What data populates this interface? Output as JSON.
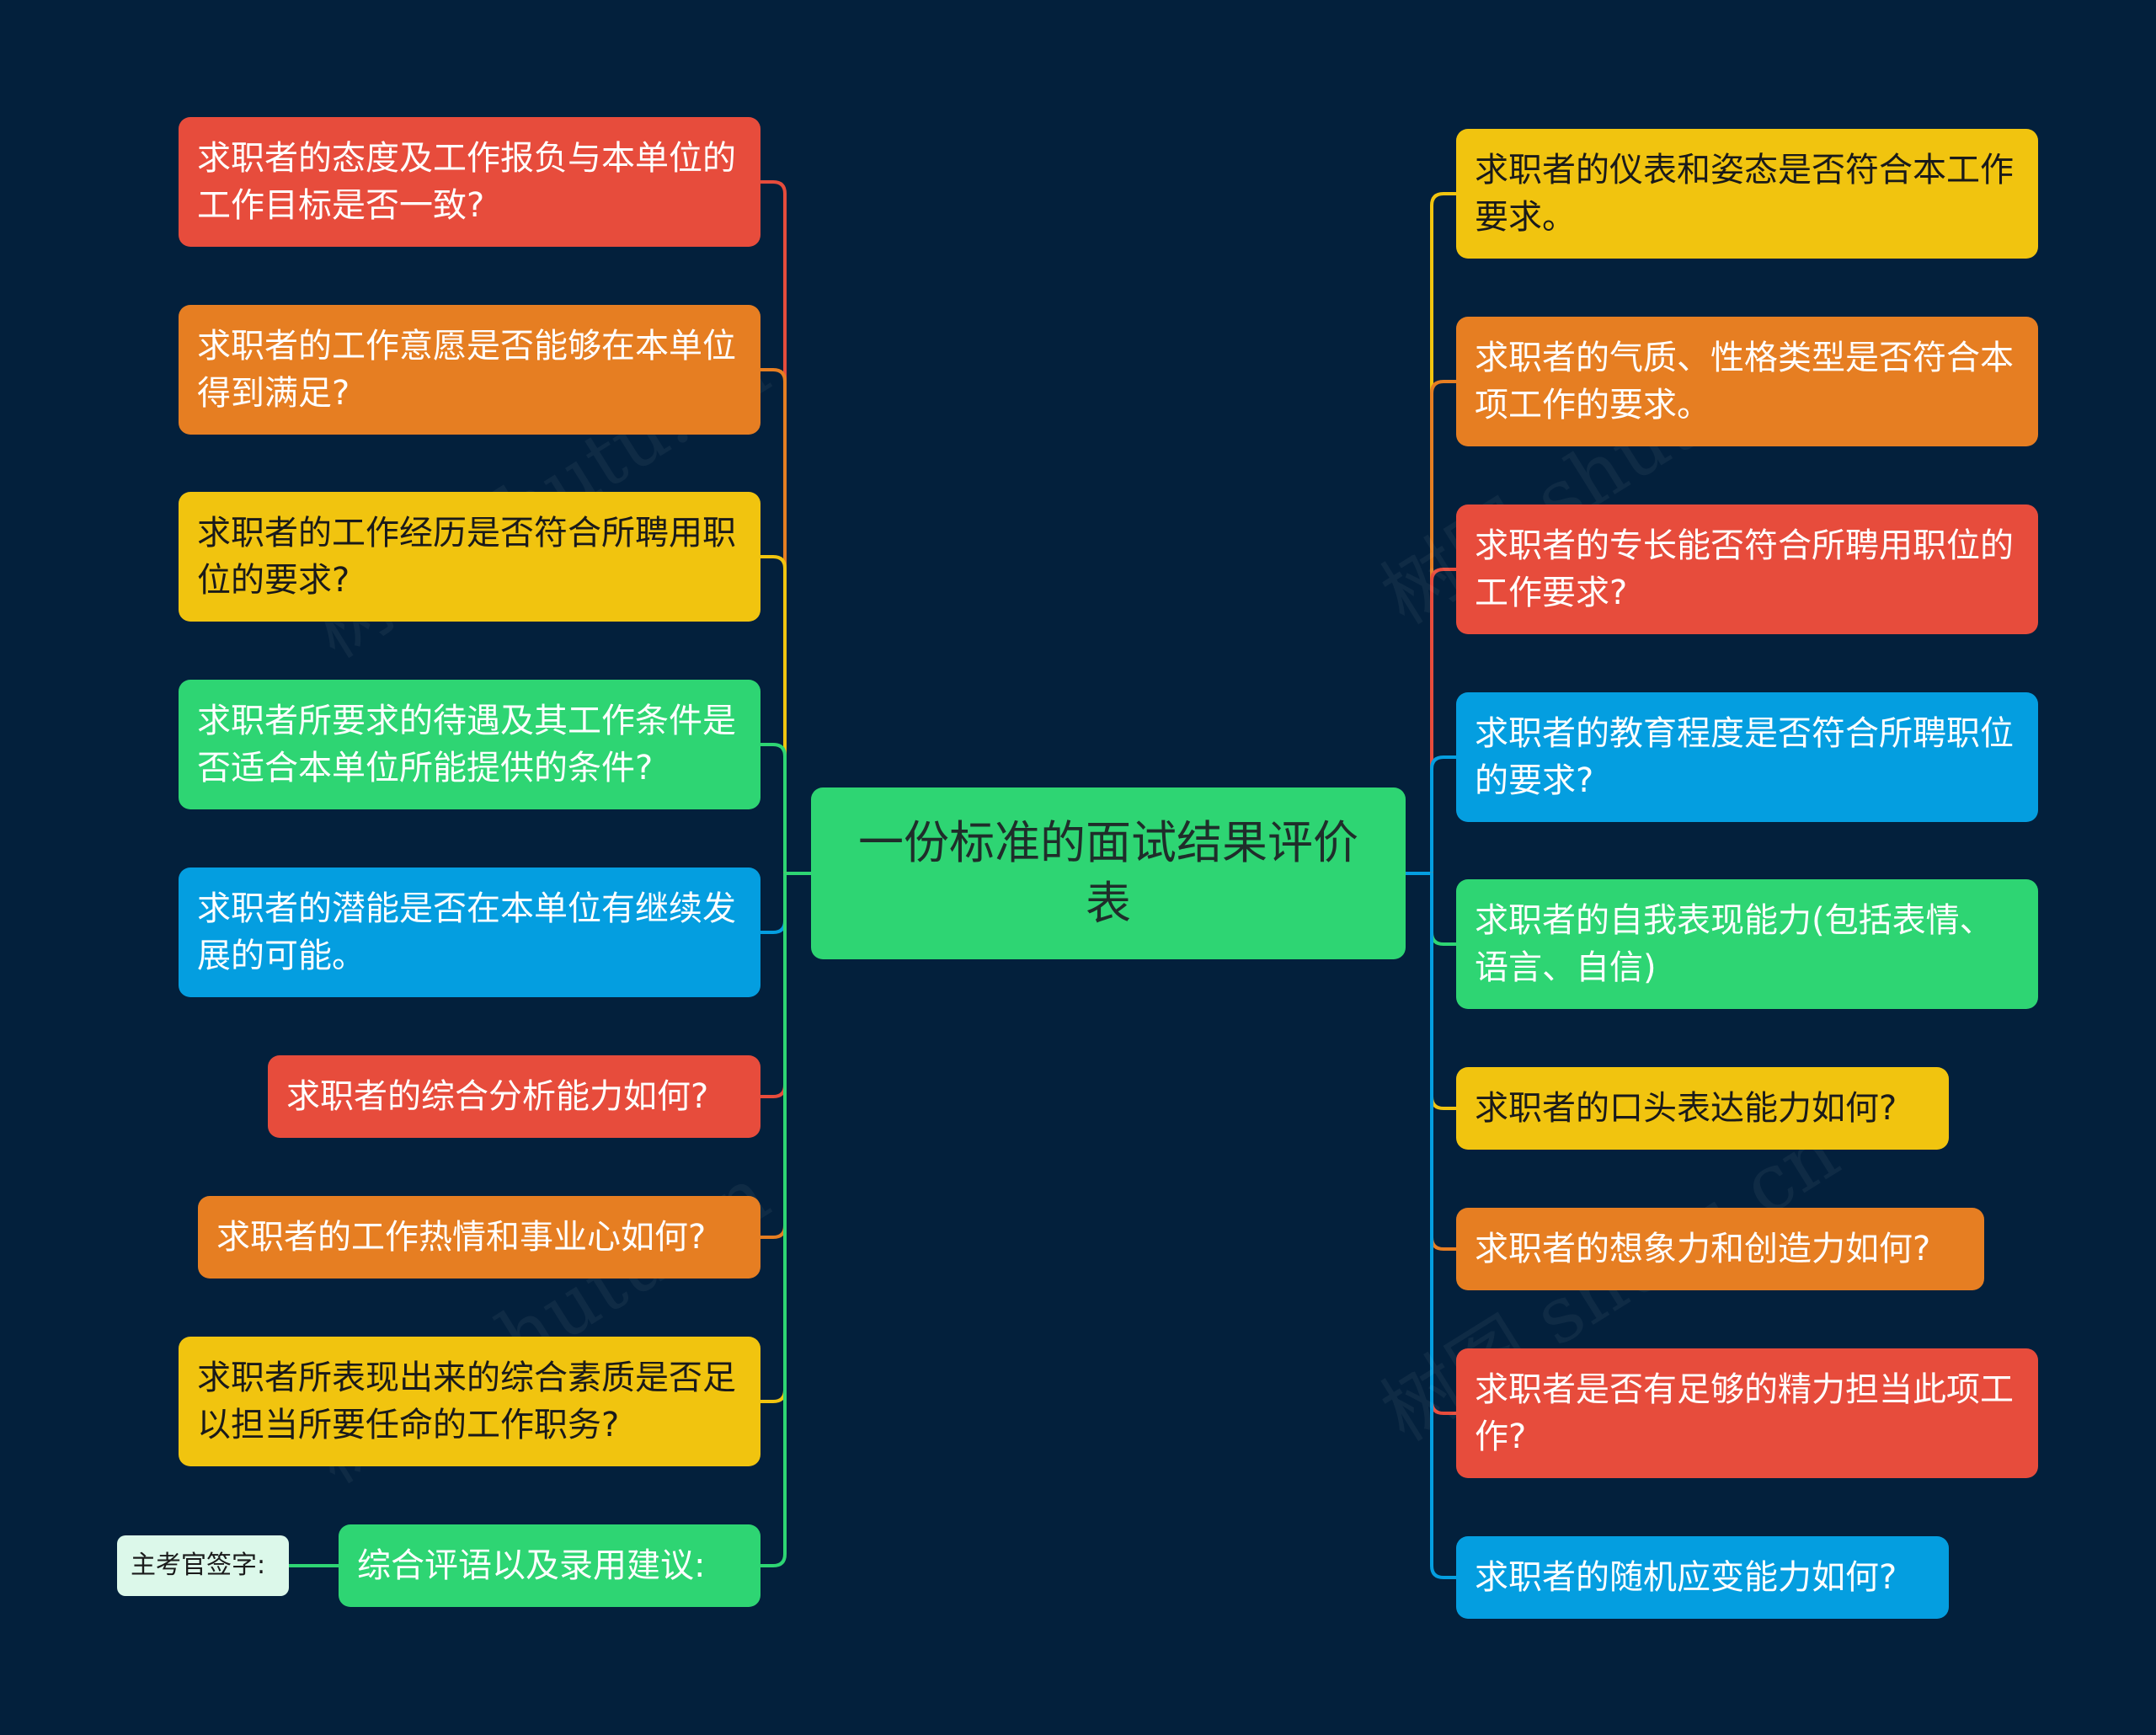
{
  "colors": {
    "background": "#03203c",
    "red": "#e74c3c",
    "orange": "#e67e22",
    "yellow": "#f1c40f",
    "green": "#2ed573",
    "blue": "#049ee0",
    "mint": "#dcf8ea"
  },
  "watermark": "树图 shutu.cn",
  "root": {
    "text": "一份标准的面试结果评价表",
    "color": "green"
  },
  "left": [
    {
      "text": "求职者的态度及工作报负与本单位的工作目标是否一致?",
      "color": "red"
    },
    {
      "text": "求职者的工作意愿是否能够在本单位得到满足?",
      "color": "orange"
    },
    {
      "text": "求职者的工作经历是否符合所聘用职位的要求?",
      "color": "yellow"
    },
    {
      "text": "求职者所要求的待遇及其工作条件是否适合本单位所能提供的条件?",
      "color": "green"
    },
    {
      "text": "求职者的潜能是否在本单位有继续发展的可能。",
      "color": "blue"
    },
    {
      "text": "求职者的综合分析能力如何?",
      "color": "red"
    },
    {
      "text": "求职者的工作热情和事业心如何?",
      "color": "orange"
    },
    {
      "text": "求职者所表现出来的综合素质是否足以担当所要任命的工作职务?",
      "color": "yellow"
    },
    {
      "text": "综合评语以及录用建议:",
      "color": "green",
      "child": {
        "text": "主考官签字:",
        "color": "mint"
      }
    }
  ],
  "right": [
    {
      "text": "求职者的仪表和姿态是否符合本工作要求。",
      "color": "yellow"
    },
    {
      "text": "求职者的气质、性格类型是否符合本项工作的要求。",
      "color": "orange"
    },
    {
      "text": "求职者的专长能否符合所聘用职位的工作要求?",
      "color": "red"
    },
    {
      "text": "求职者的教育程度是否符合所聘职位的要求?",
      "color": "blue"
    },
    {
      "text": "求职者的自我表现能力(包括表情、语言、自信)",
      "color": "green"
    },
    {
      "text": "求职者的口头表达能力如何?",
      "color": "yellow"
    },
    {
      "text": "求职者的想象力和创造力如何?",
      "color": "orange"
    },
    {
      "text": "求职者是否有足够的精力担当此项工作?",
      "color": "red"
    },
    {
      "text": "求职者的随机应变能力如何?",
      "color": "blue"
    }
  ]
}
